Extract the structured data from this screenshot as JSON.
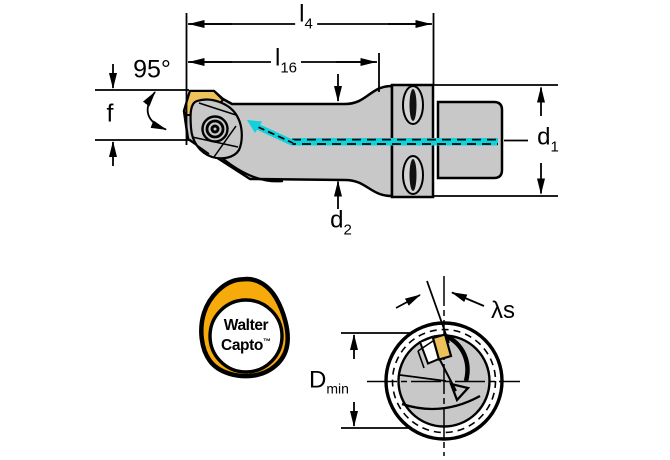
{
  "side_view": {
    "dim_l4": {
      "base": "l",
      "sub": "4"
    },
    "dim_l16": {
      "base": "l",
      "sub": "16"
    },
    "angle_label": "95°",
    "dim_f": "f",
    "dim_d1": {
      "base": "d",
      "sub": "1"
    },
    "dim_d2": {
      "base": "d",
      "sub": "2"
    }
  },
  "front_view": {
    "dim_dmin": {
      "base": "D",
      "sub": "min"
    },
    "inclination_label": "λs"
  },
  "logo": {
    "word1": "Walter",
    "word2": "Capto",
    "trademark": "™"
  },
  "colors": {
    "body_gray": "#c8c8c8",
    "detail_gray": "#d4d4d4",
    "insert_yellow": "#eec25a",
    "coolant_cyan": "#10d2da",
    "logo_orange": "#f6ab0b",
    "background": "#ffffff",
    "line_black": "#000000"
  }
}
